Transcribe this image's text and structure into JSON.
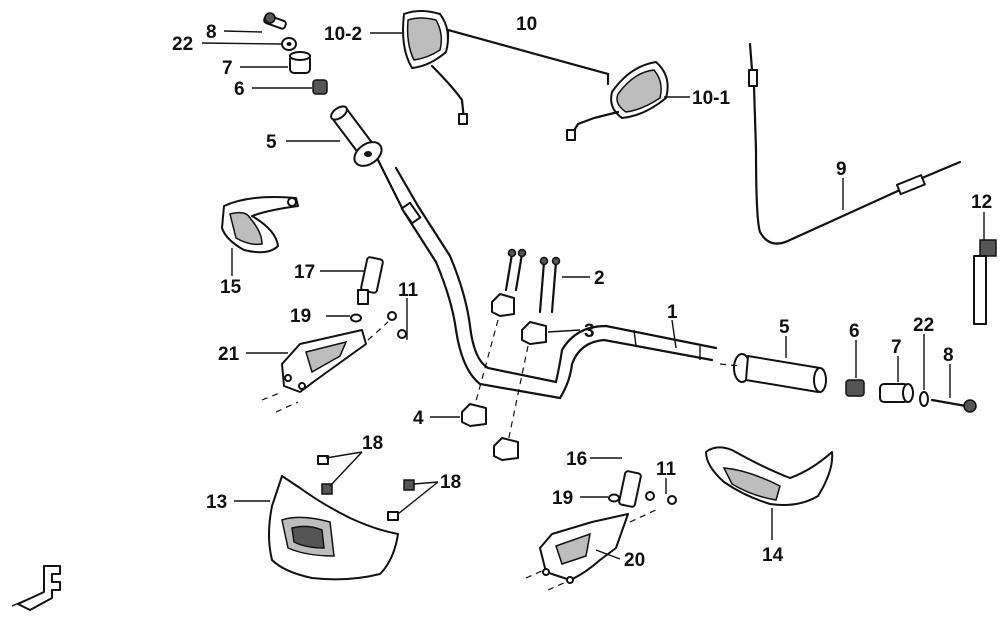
{
  "labels": {
    "p8a": "8",
    "p22a": "22",
    "p7a": "7",
    "p6a": "6",
    "p5a": "5",
    "p10": "10",
    "p10_2": "10-2",
    "p10_1": "10-1",
    "p9": "9",
    "p12": "12",
    "p15": "15",
    "p17": "17",
    "p11a": "11",
    "p19a": "19",
    "p21": "21",
    "p2": "2",
    "p3": "3",
    "p1": "1",
    "p5b": "5",
    "p6b": "6",
    "p7b": "7",
    "p22b": "22",
    "p8b": "8",
    "p4": "4",
    "p18a": "18",
    "p18b": "18",
    "p13": "13",
    "p16": "16",
    "p11b": "11",
    "p19b": "19",
    "p20": "20",
    "p14": "14"
  }
}
